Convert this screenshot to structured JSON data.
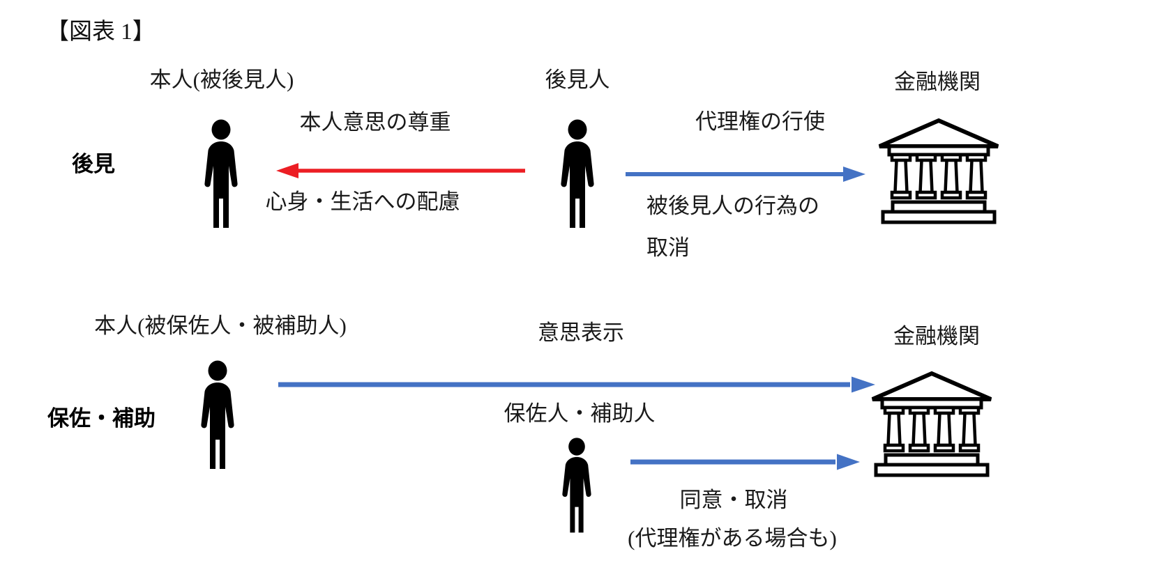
{
  "title": "【図表 1】",
  "colors": {
    "red": "#EC1E24",
    "blue": "#4472C4",
    "icon_black": "#000000"
  },
  "icons": {
    "person": "person-icon",
    "bank": "bank-icon"
  },
  "section_kouken": {
    "row_label": "後見",
    "principal_label": "本人(被後見人)",
    "guardian_label": "後見人",
    "bank_label": "金融機関",
    "arrow_respect": {
      "direction": "left",
      "label_above": "本人意思の尊重",
      "label_below": "心身・生活への配慮"
    },
    "arrow_agency": {
      "direction": "right",
      "label_above": "代理権の行使",
      "label_below_line1": "被後見人の行為の",
      "label_below_line2": "取消"
    }
  },
  "section_hosa_hojo": {
    "row_label": "保佐・補助",
    "principal_label": "本人(被保佐人・被補助人)",
    "curator_label": "保佐人・補助人",
    "bank_label": "金融機関",
    "arrow_intent": {
      "direction": "right",
      "label": "意思表示"
    },
    "arrow_consent": {
      "direction": "right",
      "label_line1": "同意・取消",
      "label_line2": "(代理権がある場合も)"
    }
  }
}
